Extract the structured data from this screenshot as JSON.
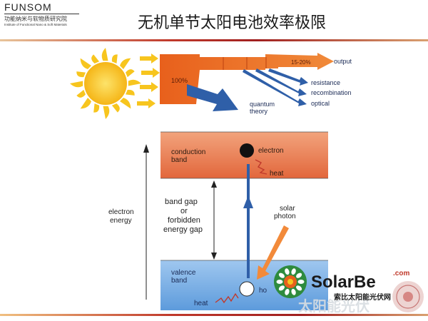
{
  "header": {
    "org_name": "FUNSOM",
    "org_name_cn": "功能纳米与软物质研究院",
    "org_name_en": "Institute of Functional Nano & Soft Materials",
    "title": "无机单节太阳电池效率极限"
  },
  "flow_diagram": {
    "input_label": "100%",
    "output_pct": "15-20%",
    "output_label": "output",
    "losses": [
      "resistance",
      "recombination",
      "optical"
    ],
    "quantum_label_line1": "quantum",
    "quantum_label_line2": "theory"
  },
  "band_diagram": {
    "conduction_band_line1": "conduction",
    "conduction_band_line2": "band",
    "valence_band_line1": "valence",
    "valence_band_line2": "band",
    "electron_label": "electron",
    "hole_label": "ho",
    "heat_top_label": "heat",
    "heat_bottom_label": "heat",
    "gap_line1": "band gap",
    "gap_line2": "or",
    "gap_line3": "forbidden",
    "gap_line4": "energy gap",
    "photon_line1": "solar",
    "photon_line2": "photon",
    "energy_axis_line1": "electron",
    "energy_axis_line2": "energy"
  },
  "watermark": {
    "brand": "SolarBe",
    "domain": ".com",
    "tagline": "索比太阳能光伏网",
    "faded_text": "太阳能光伏"
  },
  "colors": {
    "accent_red": "#c0392b",
    "flow_orange": "#e8601c",
    "conduction_orange": "#e8835a",
    "valence_blue": "#6aa6e0",
    "arrow_blue": "#2f5fa8",
    "sun_yellow": "#f7c51e"
  }
}
